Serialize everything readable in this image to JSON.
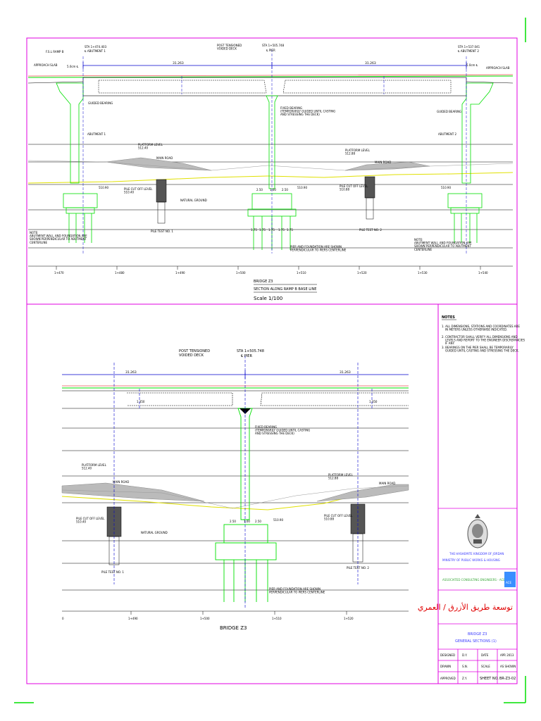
{
  "colors": {
    "border": "#e000e0",
    "pier": "#00e000",
    "dim": "#0000cc",
    "ground": "#e0e000",
    "road": "#888888",
    "deck": "#000000",
    "pile": "#555555",
    "red": "#e00000",
    "tb_blue": "#3a3aff",
    "tb_green": "#3aa83a"
  },
  "top": {
    "sta_left": "STA 1+474.403",
    "abut1_ref": "℄ ABUTMENT 1",
    "fsl": "F.S.L RAMP B",
    "approach_left": "APPROACH SLAB",
    "dim_left": "5.0cm ℄",
    "post_tensioned": "POST TENSIONED\nVOIDED DECK",
    "sta_pier": "STA 1+505.748",
    "pier_ref": "℄ PIER",
    "sta_right": "STA 1+537.041",
    "abut2_ref": "℄ ABUTMENT 2",
    "approach_right": "APPROACH SLAB",
    "dim_right": "5.0cm ℄",
    "span1": "31.263",
    "span2": "31.263",
    "guided_left": "GUIDED BEARING",
    "guided_right": "GUIDED BEARING",
    "fixed_bearing": "FIXED BEARING\n(TEMPORARILY GUIDED UNTIL CASTING\nAND STRESSING THE DECK)",
    "abutment1": "ABUTMENT 1",
    "abutment2": "ABUTMENT 2",
    "platform_left": "PLATFORM LEVEL\n512.40",
    "platform_right": "PLATFORM LEVEL\n512.88",
    "main_road_left": "MAIN ROAD",
    "main_road_right": "MAIN ROAD",
    "pile_cutoff_left": "PILE CUT OFF LEVEL\n510.40",
    "pile_cutoff_right": "PILE CUT OFF LEVEL\n510.88",
    "natural_ground": "NATURAL GROUND",
    "pile_test1": "PILE TEST NO. 1",
    "pile_test2": "PILE TEST NO. 2",
    "note_left": "NOTE:\nABUTMENT WALL AND FOUNDATION ARE\nSHOWN PERPENDICULAR TO ABUTMENT\nCENTERLINE",
    "note_mid": "PIER AND FOUNDATION ARE SHOWN\nPERPENDICULAR TO PIERS CENTERLINE",
    "note_right": "NOTE:\nABUTMENT WALL AND FOUNDATION ARE\nSHOWN PERPENDICULAR TO ABUTMENT\nCENTERLINE",
    "lvl_a1": "510.90",
    "lvl_pier": "510.90",
    "lvl_a2": "510.90",
    "pier_dims": [
      "2.50",
      "1.00",
      "2.50"
    ],
    "pier_dims_bottom": [
      "1.75",
      "1.75",
      "1.75",
      "1.75",
      "1.75"
    ],
    "stations": [
      "1+470",
      "1+480",
      "1+490",
      "1+500",
      "1+510",
      "1+520",
      "1+530",
      "1+540"
    ],
    "title1": "BRIDGE Z3",
    "title2": "SECTION ALONG RAMP B BASE LINE",
    "scale": "Scale 1/100"
  },
  "bottom": {
    "post_tensioned": "POST TENSIONED\nVOIDED DECK",
    "sta_pier": "STA 1+505.748",
    "pier_ref": "℄ PIER",
    "span1": "31.263",
    "span2": "31.263",
    "deck_depth_left": "1.350",
    "deck_depth_right": "1.350",
    "fixed_bearing": "FIXED BEARING\n(TEMPORARILY GUIDED UNTIL CASTING\nAND STRESSING THE DECK)",
    "platform_left": "PLATFORM LEVEL\n512.40",
    "platform_right": "PLATFORM LEVEL\n512.88",
    "main_road_left": "MAIN ROAD",
    "main_road_right": "MAIN ROAD",
    "pile_cutoff_left": "PILE CUT OFF LEVEL\n510.40",
    "pile_cutoff_right": "PILE CUT OFF LEVEL\n510.88",
    "natural_ground": "NATURAL GROUND",
    "pile_test1": "PILE TEST NO. 1",
    "pile_test2": "PILE TEST NO. 2",
    "pier_note": "PIER AND FOUNDATION ARE SHOWN\nPERPENDICULAR TO PIERS CENTERLINE",
    "pier_dims": [
      "2.50",
      "1.00",
      "2.50"
    ],
    "lvl_pier": "510.90",
    "stations": [
      "1+490",
      "1+500",
      "1+510",
      "1+520"
    ],
    "station_left": "0",
    "title": "BRIDGE Z3"
  },
  "notes": {
    "heading": "NOTES",
    "items": [
      "1. ALL DIMENSIONS, STATIONS AND COORDINATES ARE IN METERS UNLESS OTHERWISE INDICATED.",
      "2. CONTRACTOR SHALL VERIFY ALL DIMENSIONS AND LEVELS AND REPORT TO THE ENGINEER DISCREPANCIES IF ANY.",
      "3. BEARINGS ON THE PIER SHALL BE TEMPORARILY GUIDED UNTIL CASTING AND STRESSING THE DECK."
    ]
  },
  "title_block": {
    "kingdom": "THE HASHEMITE KINGDOM OF JORDAN",
    "ministry": "MINISTRY OF PUBLIC WORKS & HOUSING",
    "consultant": "ASSOCIATED CONSULTING ENGINEERS - ACE",
    "ace_logo": "ACE",
    "project_arabic": "توسعة طريق الأزرق / العمري",
    "drawing_title1": "BRIDGE Z3",
    "drawing_title2": "GENERAL SECTIONS (1)",
    "rows": [
      {
        "label": "DESIGNED",
        "value": "D.Y.",
        "label2": "DATE",
        "value2": "APR 2013"
      },
      {
        "label": "DRAWN",
        "value": "S.N.",
        "label2": "SCALE",
        "value2": "AS SHOWN"
      },
      {
        "label": "APPROVED",
        "value": "Z.Y.",
        "label2": "SHEET NO.",
        "value2": "BR-Z3-02"
      }
    ]
  }
}
